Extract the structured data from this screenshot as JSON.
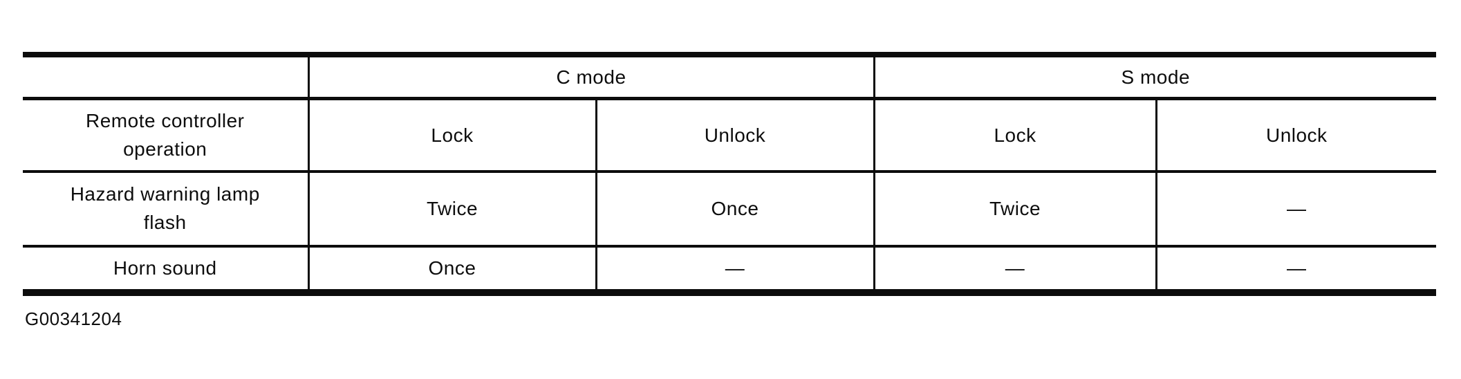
{
  "table": {
    "header": {
      "corner": "",
      "c_mode": "C mode",
      "s_mode": "S mode"
    },
    "rows": [
      {
        "label": "Remote controller operation",
        "values": [
          "Lock",
          "Unlock",
          "Lock",
          "Unlock"
        ]
      },
      {
        "label": "Hazard warning lamp flash",
        "values": [
          "Twice",
          "Once",
          "Twice",
          "—"
        ]
      },
      {
        "label": "Horn sound",
        "values": [
          "Once",
          "—",
          "—",
          "—"
        ]
      }
    ]
  },
  "caption": "G00341204"
}
